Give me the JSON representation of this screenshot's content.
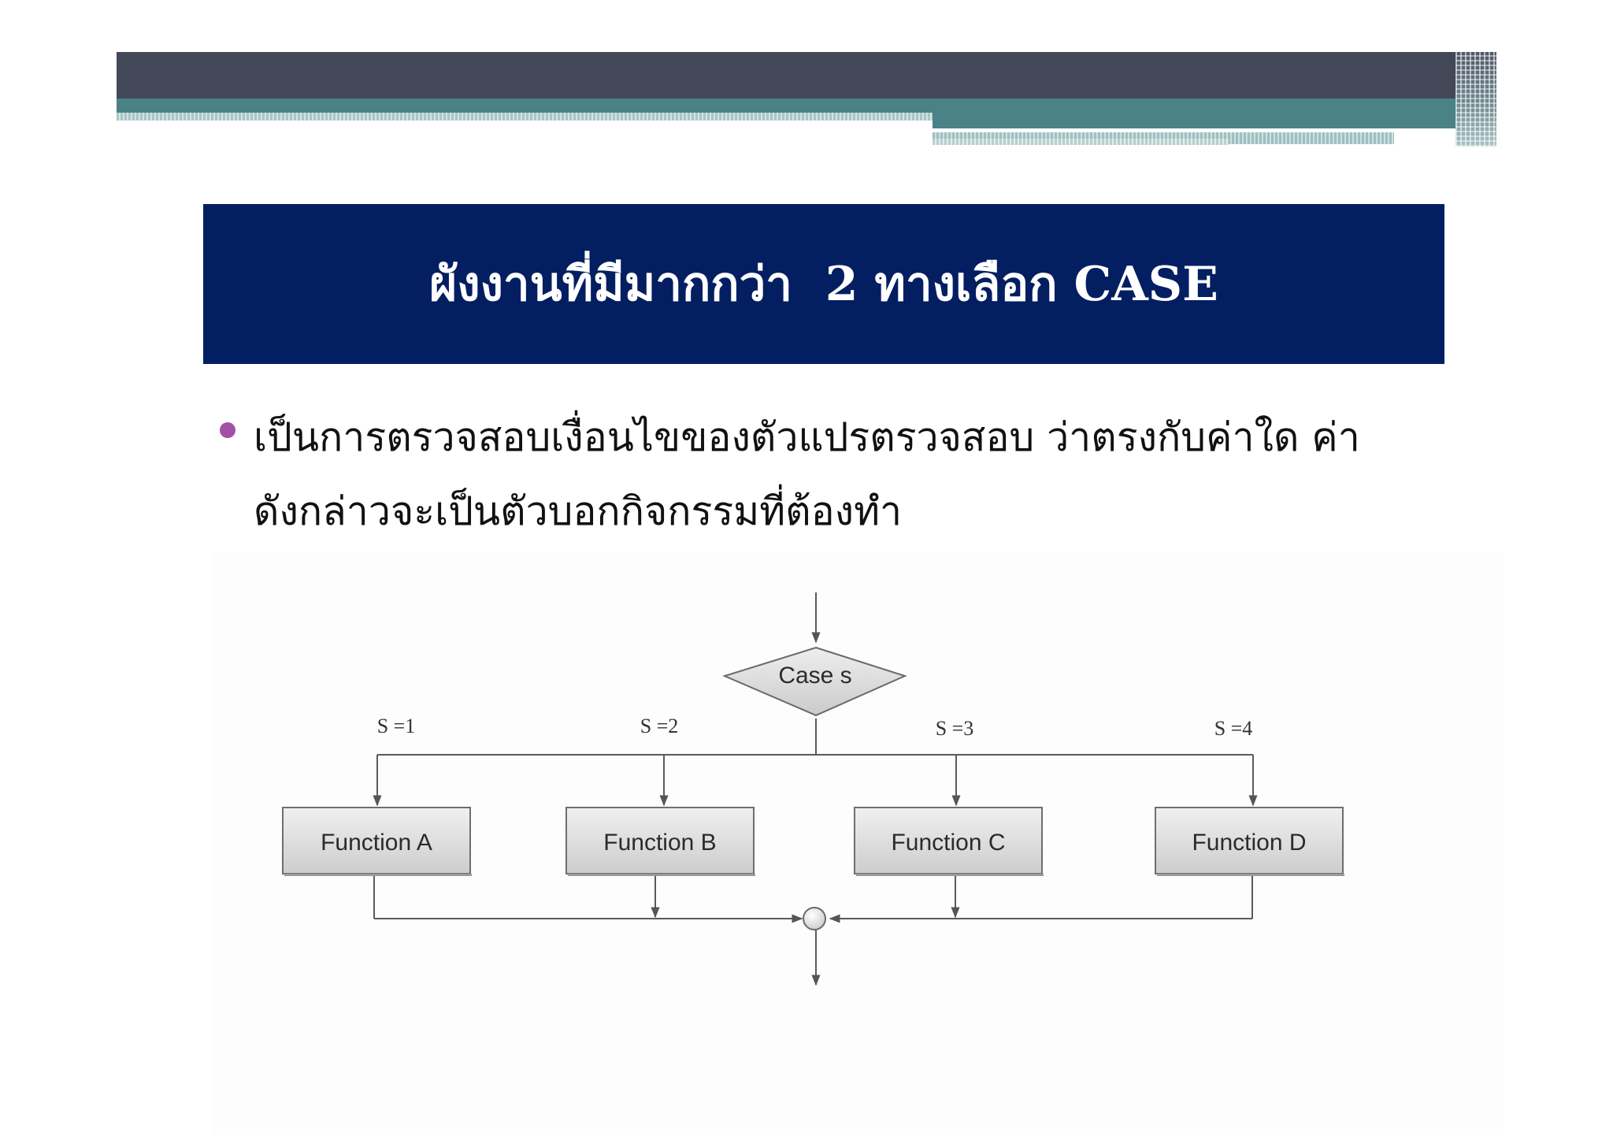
{
  "slide": {
    "title": "ผังงานที่มีมากกว่า  2 ทางเลือก CASE",
    "bullet_lines": [
      "เป็นการตรวจสอบเงื่อนไขของตัวแปรตรวจสอบ ว่าตรงกับค่าใด ค่า",
      "ดังกล่าวจะเป็นตัวบอกกิจกรรมที่ต้องทำ"
    ]
  },
  "colors": {
    "header_band": "#434859",
    "header_teal": "#4a8287",
    "title_background": "#041e62",
    "title_text": "#ffffff",
    "bullet": "#a24fa6"
  },
  "flowchart": {
    "decision": "Case s",
    "conditions": [
      "S =1",
      "S =2",
      "S =3",
      "S =4"
    ],
    "functions": [
      "Function A",
      "Function B",
      "Function C",
      "Function D"
    ]
  }
}
